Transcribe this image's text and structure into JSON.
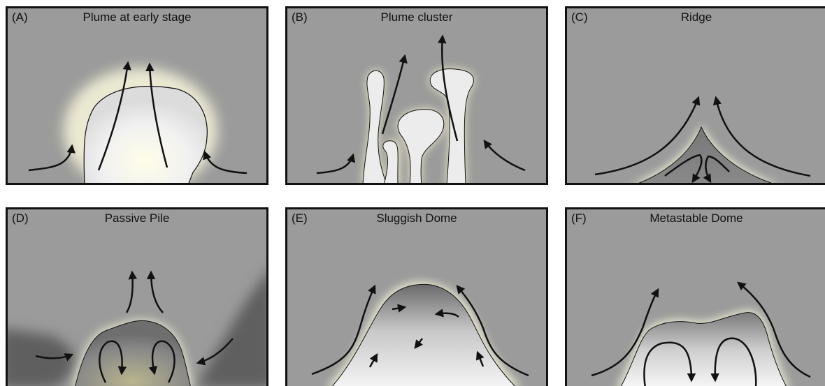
{
  "panels": [
    {
      "tag": "(A)",
      "title": "Plume at early stage"
    },
    {
      "tag": "(B)",
      "title": "Plume cluster"
    },
    {
      "tag": "(C)",
      "title": "Ridge"
    },
    {
      "tag": "(D)",
      "title": "Passive Pile"
    },
    {
      "tag": "(E)",
      "title": "Sluggish Dome"
    },
    {
      "tag": "(F)",
      "title": "Metastable Dome"
    }
  ],
  "colors": {
    "mantle": "#9b9b9b",
    "plume": "#ececec",
    "glow": "#fffbe0",
    "dense_material": "#6f6f6f",
    "outline": "#111111"
  }
}
